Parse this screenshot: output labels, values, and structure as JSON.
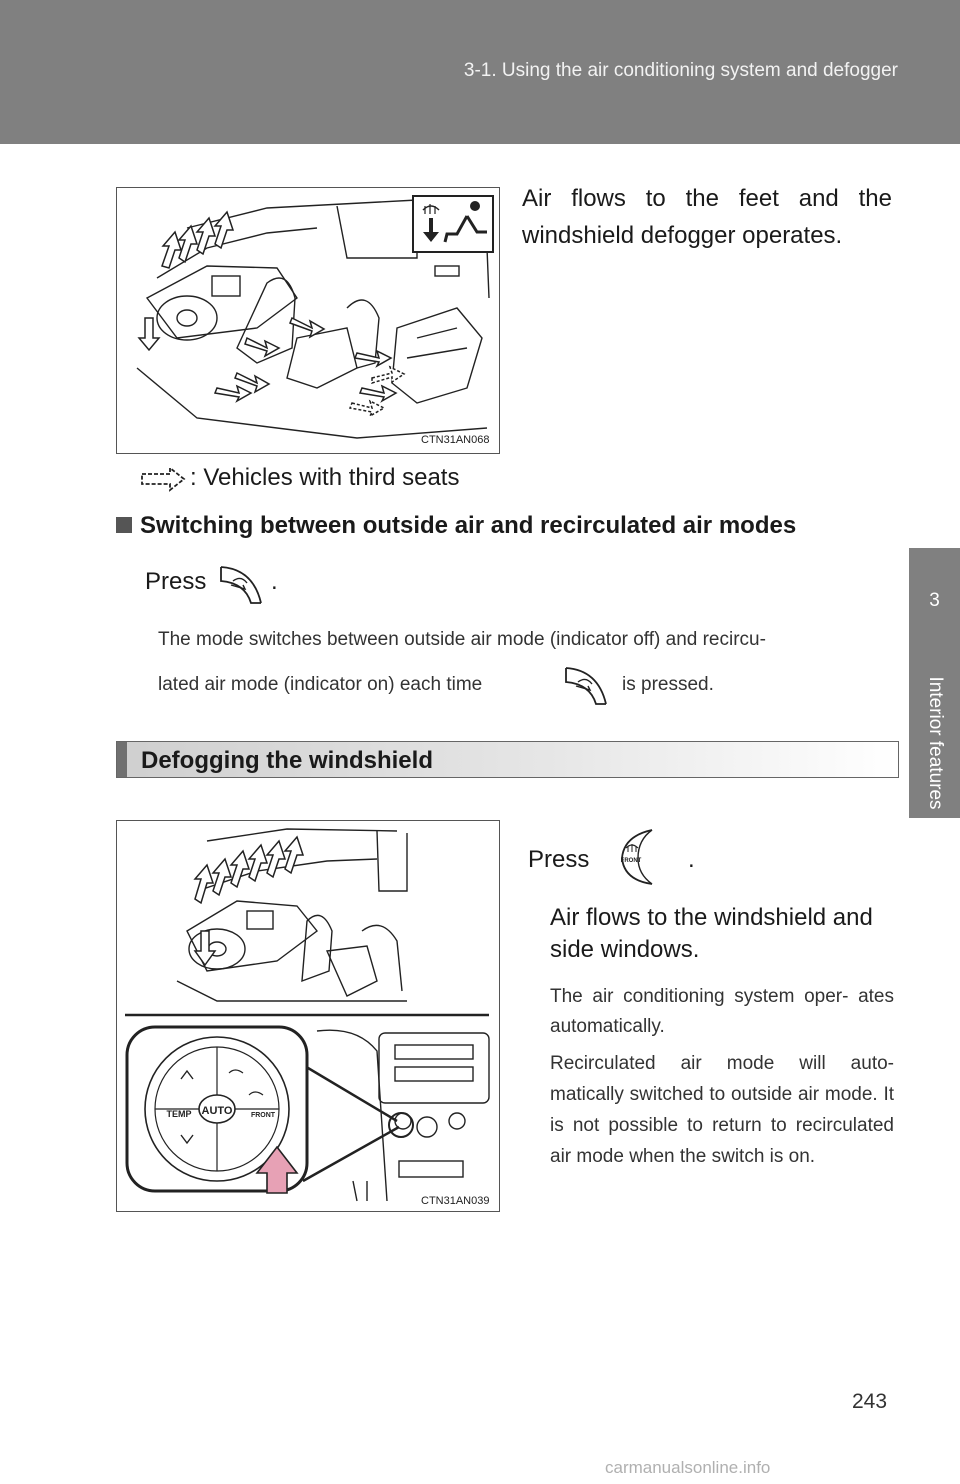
{
  "header": {
    "section": "3-1. Using the air conditioning system and defogger"
  },
  "side_tab": {
    "chapter_number": "3",
    "chapter_title": "Interior features"
  },
  "figure1": {
    "code": "CTN31AN068",
    "icon": "foot-defog-mode-icon"
  },
  "text": {
    "feet_defog": "Air flows to the feet and the windshield defogger operates.",
    "third_seats_legend": ": Vehicles with third seats",
    "recirc_heading": "Switching between outside air and recirculated air modes",
    "press_label": "Press",
    "press_period": ".",
    "recirc_note_1": "The mode switches between outside air mode (indicator off) and recircu-",
    "recirc_note_2a": "lated air mode (indicator on) each time",
    "recirc_note_2b": "is pressed."
  },
  "section": {
    "title": "Defogging the windshield"
  },
  "figure2": {
    "code": "CTN31AN039",
    "labels": {
      "temp": "TEMP",
      "auto": "AUTO",
      "front": "FRONT"
    }
  },
  "defog": {
    "press_label": "Press",
    "press_period": ".",
    "lead": "Air flows to the windshield and side windows.",
    "note1": "The air conditioning system oper- ates automatically.",
    "note2": "Recirculated air mode will auto- matically switched to outside air mode. It is not possible to return to recirculated air mode when the switch is on.",
    "button_label": "FRONT"
  },
  "footer": {
    "page_number": "243",
    "watermark": "carmanualsonline.info"
  },
  "colors": {
    "header": "#808080",
    "section_bar_edge": "#707070",
    "arrow_fill": "#e7a1b5"
  }
}
